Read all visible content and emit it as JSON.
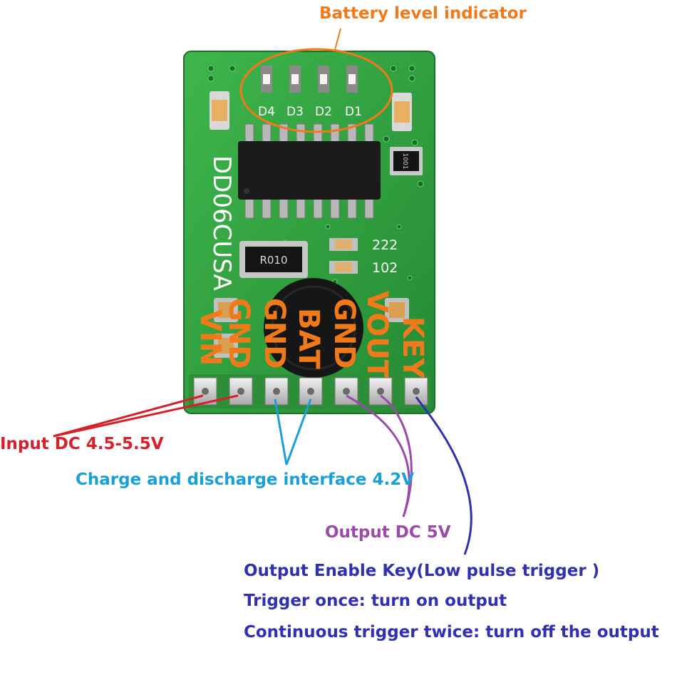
{
  "board": {
    "model": "DD06CUSA",
    "led_labels": [
      "D4",
      "D3",
      "D2",
      "D1"
    ],
    "marking_resistor": "R010",
    "marking_cap_1": "222",
    "marking_cap_2": "102",
    "marking_small_resistor": "1001",
    "pins": [
      "VIN",
      "GND",
      "GND",
      "BAT",
      "GND",
      "VOUT",
      "KEY"
    ]
  },
  "annotations": {
    "battery_indicator": "Battery level indicator",
    "input": "Input DC 4.5-5.5V",
    "charge": "Charge and discharge interface 4.2V",
    "output": "Output DC 5V",
    "key_line1": "Output Enable Key(Low pulse trigger )",
    "key_line2": "Trigger once: turn on output",
    "key_line3": "Continuous trigger twice: turn off the output"
  },
  "colors": {
    "pcb_green": "#2e9e3c",
    "label_orange": "#f07a1a",
    "input_red": "#d8202a",
    "charge_blue": "#1aa0d8",
    "output_purple": "#9a4aa8",
    "key_navy": "#3030b0"
  }
}
